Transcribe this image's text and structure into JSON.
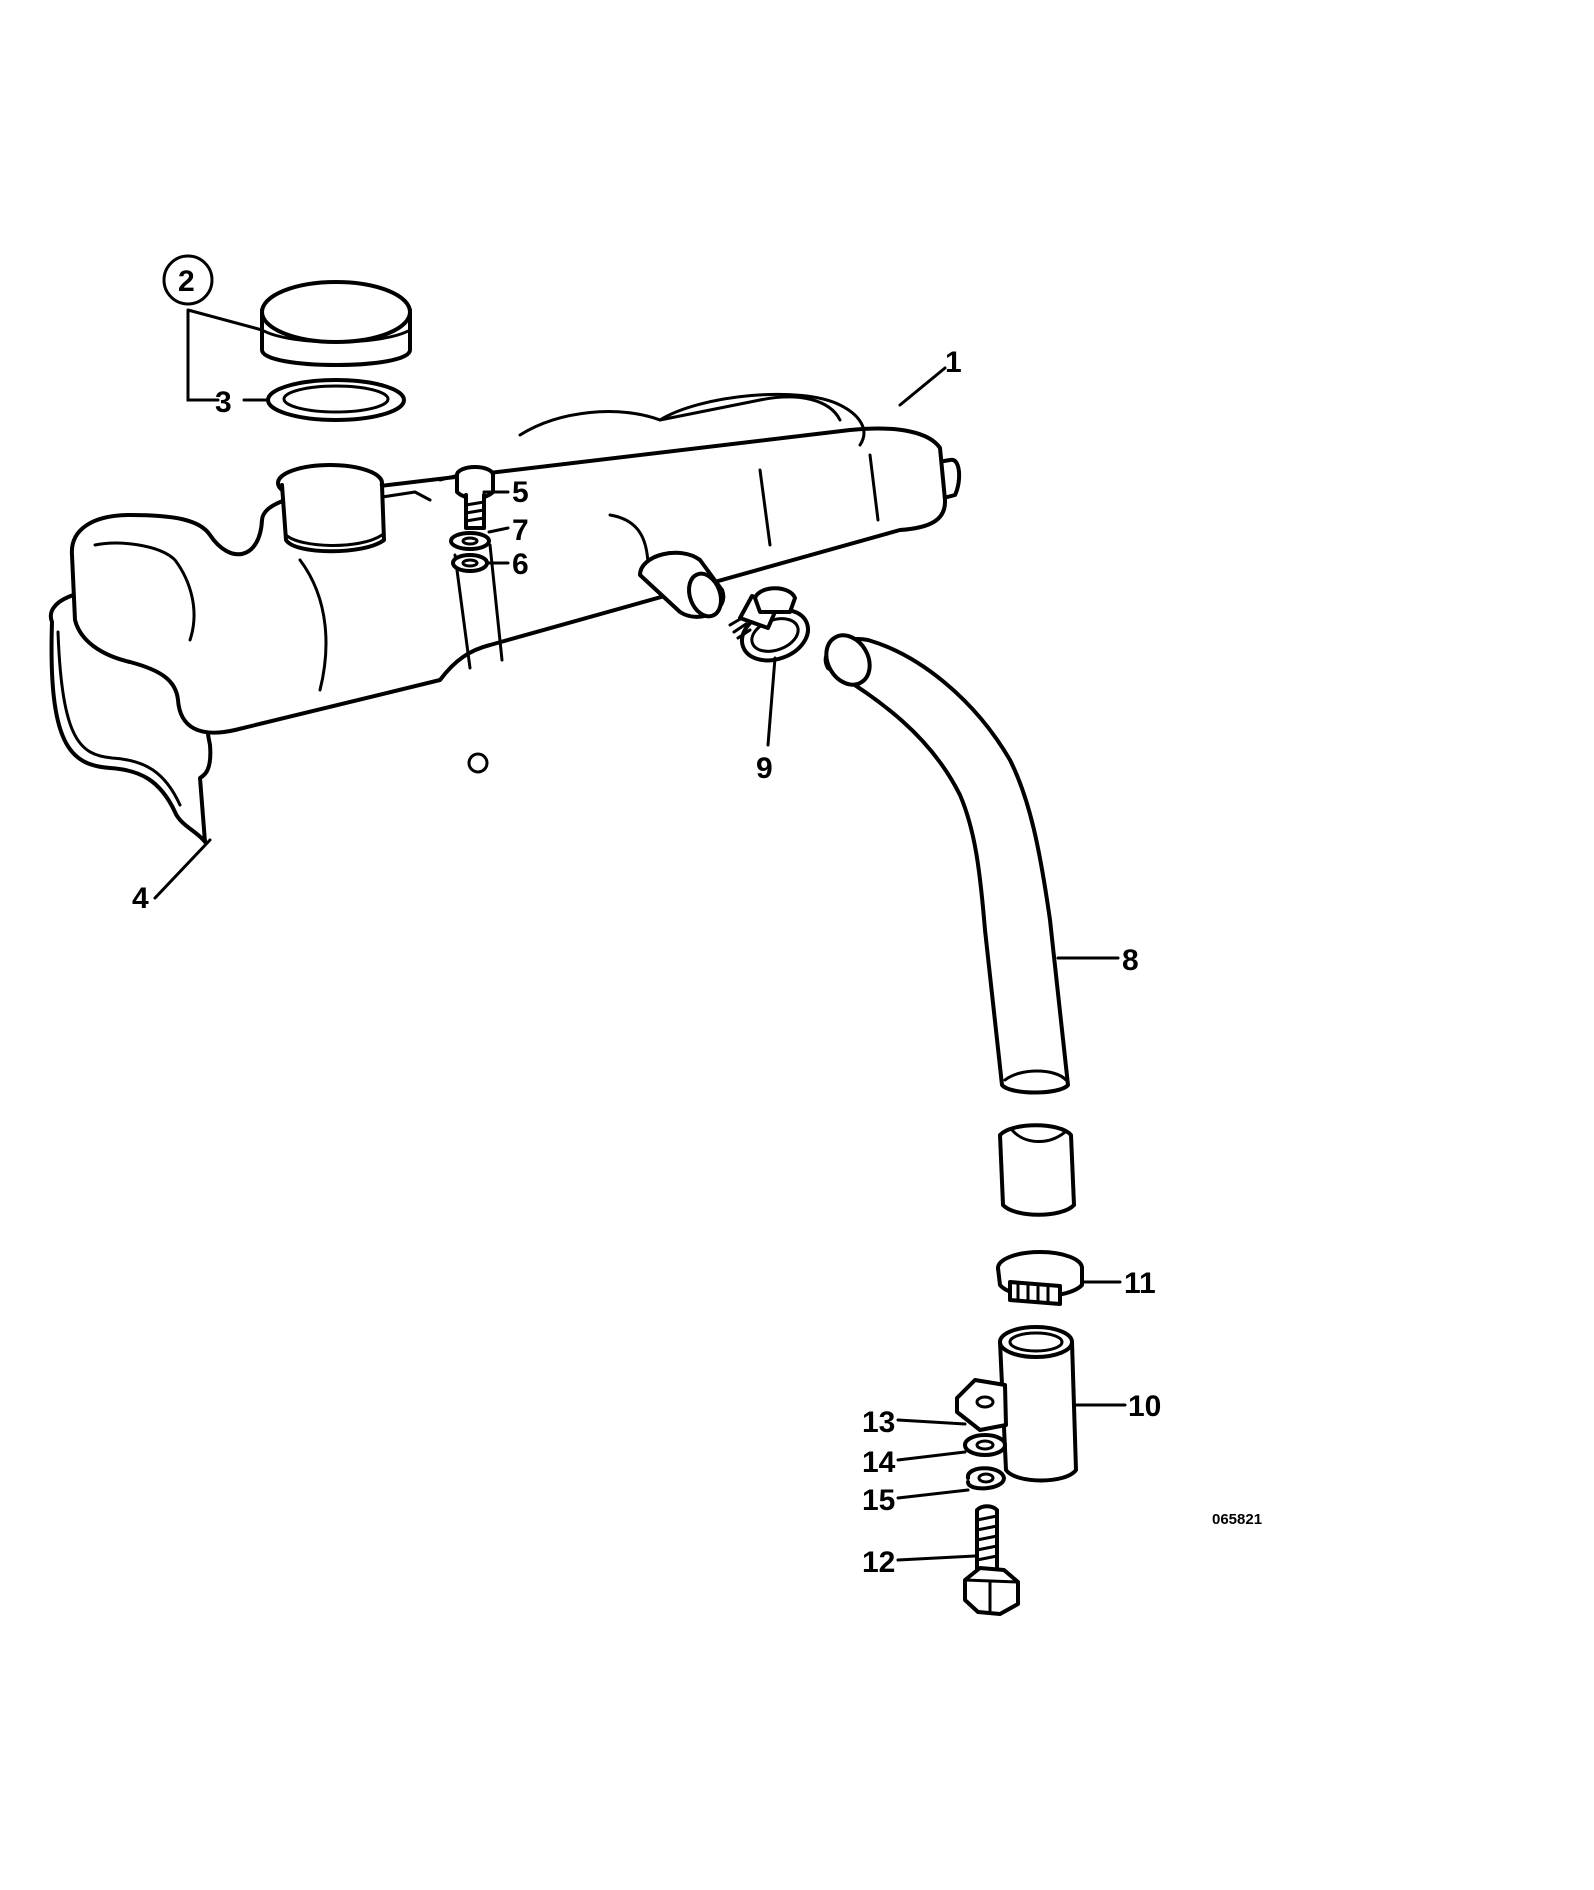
{
  "callouts": [
    "1",
    "2",
    "3",
    "4",
    "5",
    "6",
    "7",
    "8",
    "9",
    "10",
    "11",
    "12",
    "13",
    "14",
    "15"
  ],
  "drawing_code": "065821",
  "colors": {
    "line": "#000000",
    "background": "#ffffff"
  }
}
